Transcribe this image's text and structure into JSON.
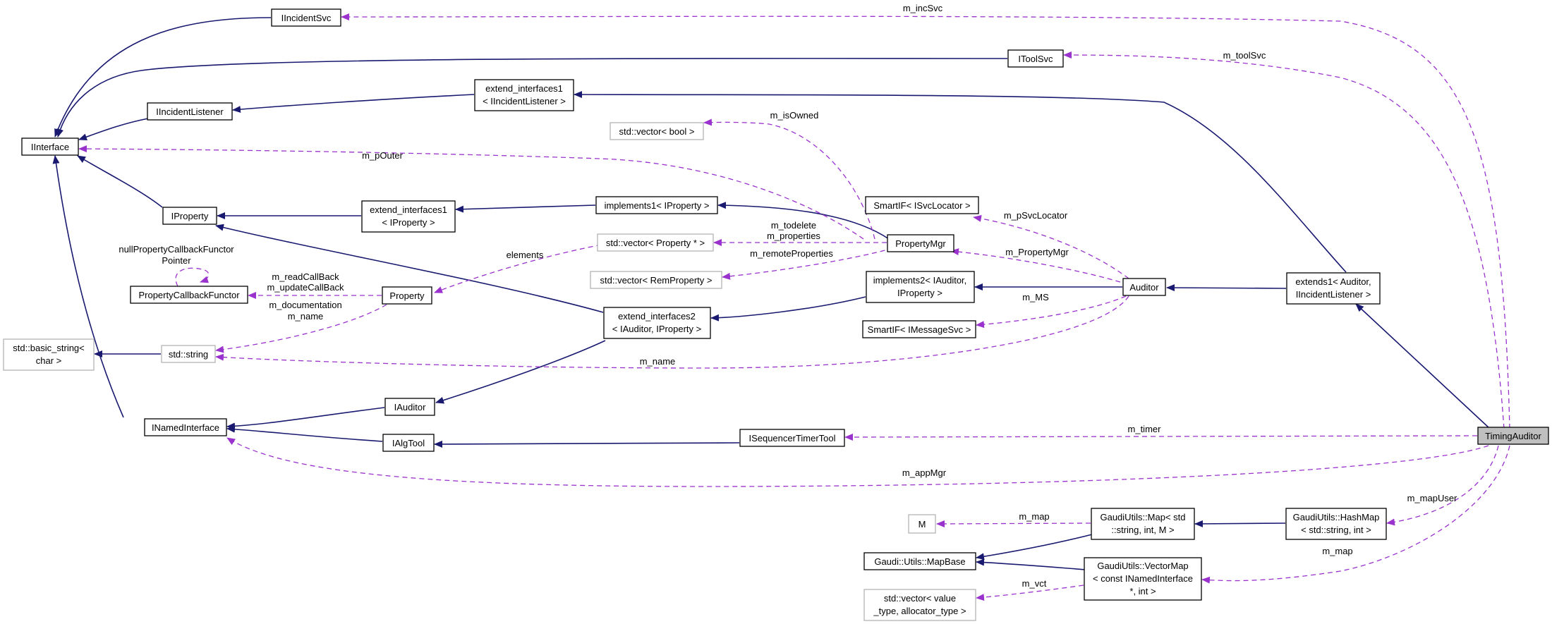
{
  "nodes": {
    "IIncidentSvc": [
      "IIncidentSvc"
    ],
    "IToolSvc": [
      "IToolSvc"
    ],
    "ExtendInterfacesListener": [
      "extend_interfaces1",
      "< IIncidentListener >"
    ],
    "IIncidentListener": [
      "IIncidentListener"
    ],
    "IInterface": [
      "IInterface"
    ],
    "VectorBool": [
      "std::vector< bool >"
    ],
    "IProperty": [
      "IProperty"
    ],
    "ExtendInterfacesProperty": [
      "extend_interfaces1",
      "< IProperty >"
    ],
    "Implements1": [
      "implements1< IProperty >"
    ],
    "SmartIFSvcLocator": [
      "SmartIF< ISvcLocator >"
    ],
    "VectorPropertyPtr": [
      "std::vector< Property * >"
    ],
    "PropertyMgr": [
      "PropertyMgr"
    ],
    "VectorRemProperty": [
      "std::vector< RemProperty >"
    ],
    "PropertyCallbackFunctor": [
      "PropertyCallbackFunctor"
    ],
    "Property": [
      "Property"
    ],
    "Implements2": [
      "implements2< IAuditor,",
      "IProperty >"
    ],
    "Auditor": [
      "Auditor"
    ],
    "Extends1": [
      "extends1< Auditor,",
      "IIncidentListener >"
    ],
    "ExtendInterfaces2": [
      "extend_interfaces2",
      "< IAuditor, IProperty >"
    ],
    "SmartIFMessageSvc": [
      "SmartIF< IMessageSvc >"
    ],
    "BasicString": [
      "std::basic_string<",
      "char >"
    ],
    "StdString": [
      "std::string"
    ],
    "IAuditor": [
      "IAuditor"
    ],
    "INamedInterface": [
      "INamedInterface"
    ],
    "IAlgTool": [
      "IAlgTool"
    ],
    "ISequencerTimerTool": [
      "ISequencerTimerTool"
    ],
    "TimingAuditor": [
      "TimingAuditor"
    ],
    "M": [
      "M"
    ],
    "GaudiMap": [
      "GaudiUtils::Map< std",
      "::string, int, M >"
    ],
    "HashMap": [
      "GaudiUtils::HashMap",
      "< std::string, int >"
    ],
    "MapBase": [
      "Gaudi::Utils::MapBase"
    ],
    "VectorMap": [
      "GaudiUtils::VectorMap",
      "< const INamedInterface",
      "*, int >"
    ],
    "VectorValue": [
      "std::vector< value",
      "_type, allocator_type >"
    ]
  },
  "edge_labels": {
    "m_incSvc": "m_incSvc",
    "m_toolSvc": "m_toolSvc",
    "m_isOwned": "m_isOwned",
    "m_pOuter": "m_pOuter",
    "m_pSvcLocator": "m_pSvcLocator",
    "m_todelete": "m_todelete",
    "m_properties": "m_properties",
    "elements": "elements",
    "m_remoteProperties": "m_remoteProperties",
    "m_PropertyMgr": "m_PropertyMgr",
    "nullPropertyCallbackFunctor": "nullPropertyCallbackFunctor",
    "Pointer": "Pointer",
    "m_readCallBack": "m_readCallBack",
    "m_updateCallBack": "m_updateCallBack",
    "m_documentation": "m_documentation",
    "m_name_prop": "m_name",
    "m_MS": "m_MS",
    "m_name": "m_name",
    "m_timer": "m_timer",
    "m_appMgr": "m_appMgr",
    "m_mapUser": "m_mapUser",
    "m_map_m": "m_map",
    "m_map": "m_map",
    "m_vct": "m_vct"
  },
  "colors": {
    "inheritance_edge": "#191970",
    "usage_edge": "#9a32cd",
    "node_border": "#000000",
    "external_node_border": "#b3b3b3",
    "focus_node_fill": "#bfbfbf"
  }
}
